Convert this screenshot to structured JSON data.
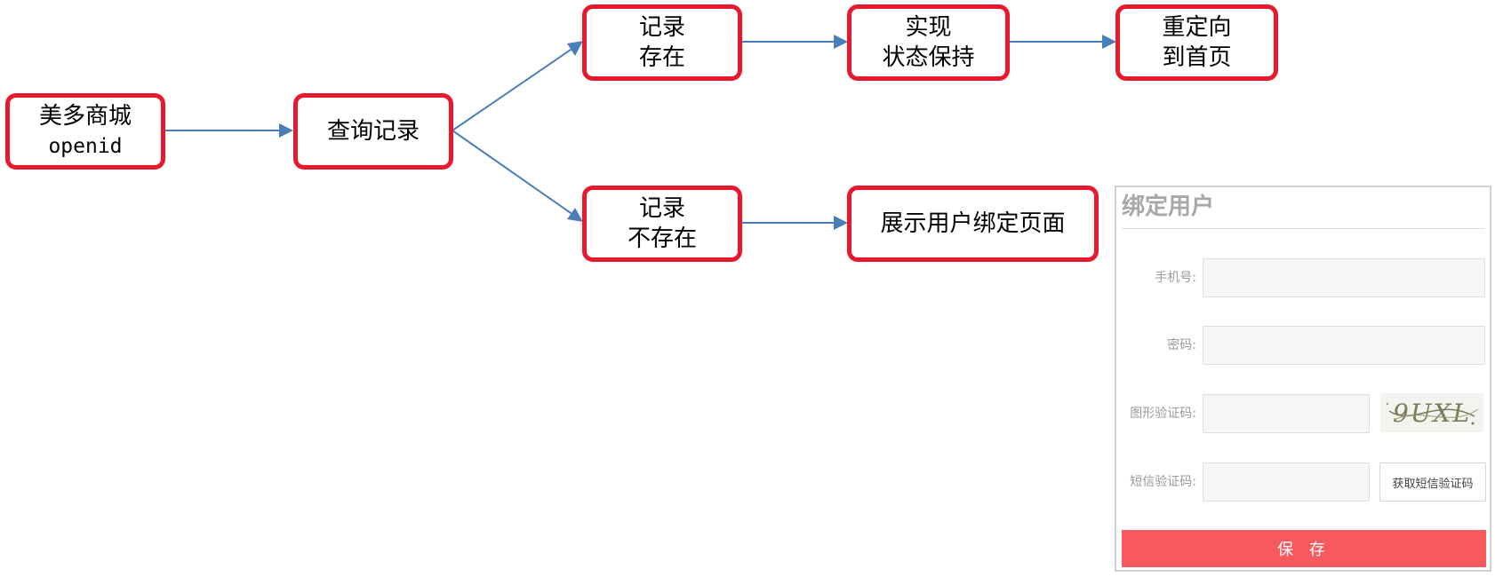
{
  "diagram": {
    "nodes": {
      "start": {
        "lines": [
          "美多商城",
          "openid"
        ]
      },
      "query": {
        "lines": [
          "查询记录"
        ]
      },
      "exists": {
        "lines": [
          "记录",
          "存在"
        ]
      },
      "state": {
        "lines": [
          "实现",
          "状态保持"
        ]
      },
      "redirect": {
        "lines": [
          "重定向",
          "到首页"
        ]
      },
      "not_exists": {
        "lines": [
          "记录",
          "不存在"
        ]
      },
      "show_bind": {
        "lines": [
          "展示用户绑定页面"
        ]
      }
    },
    "colors": {
      "node_border": "#e8192c",
      "edge": "#4a7ebb"
    }
  },
  "bind_form": {
    "title": "绑定用户",
    "phone_label": "手机号:",
    "password_label": "密码:",
    "image_code_label": "图形验证码:",
    "sms_code_label": "短信验证码:",
    "captcha_text": "9UXL",
    "sms_button_label": "获取短信验证码",
    "save_label": "保 存",
    "colors": {
      "save_button": "#f65a5f",
      "title": "#a7a7a7"
    }
  }
}
